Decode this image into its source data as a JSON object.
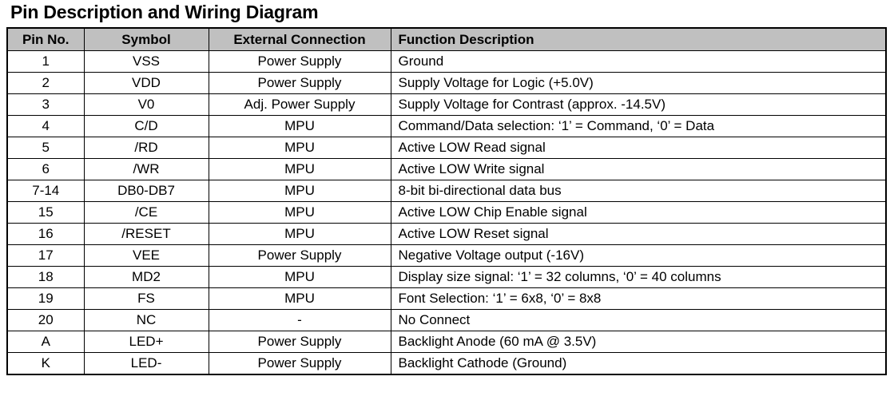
{
  "document": {
    "title": "Pin Description and Wiring Diagram"
  },
  "table": {
    "columns": [
      {
        "key": "pin",
        "label": "Pin No."
      },
      {
        "key": "symbol",
        "label": "Symbol"
      },
      {
        "key": "ext",
        "label": "External Connection"
      },
      {
        "key": "func",
        "label": "Function Description"
      }
    ],
    "header_background": "#c0c0c0",
    "border_color": "#000000",
    "rows": [
      {
        "pin": "1",
        "symbol": "VSS",
        "ext": "Power Supply",
        "func": "Ground"
      },
      {
        "pin": "2",
        "symbol": "VDD",
        "ext": "Power Supply",
        "func": "Supply Voltage for Logic (+5.0V)"
      },
      {
        "pin": "3",
        "symbol": "V0",
        "ext": "Adj. Power Supply",
        "func": "Supply Voltage for Contrast (approx. -14.5V)"
      },
      {
        "pin": "4",
        "symbol": "C/D",
        "ext": "MPU",
        "func": "Command/Data selection: ‘1’ = Command, ‘0’ = Data"
      },
      {
        "pin": "5",
        "symbol": "/RD",
        "ext": "MPU",
        "func": "Active LOW Read signal"
      },
      {
        "pin": "6",
        "symbol": "/WR",
        "ext": "MPU",
        "func": "Active LOW Write signal"
      },
      {
        "pin": "7-14",
        "symbol": "DB0-DB7",
        "ext": "MPU",
        "func": "8-bit bi-directional data bus"
      },
      {
        "pin": "15",
        "symbol": "/CE",
        "ext": "MPU",
        "func": "Active LOW Chip Enable signal"
      },
      {
        "pin": "16",
        "symbol": "/RESET",
        "ext": "MPU",
        "func": "Active LOW Reset signal"
      },
      {
        "pin": "17",
        "symbol": "VEE",
        "ext": "Power Supply",
        "func": "Negative Voltage output (-16V)"
      },
      {
        "pin": "18",
        "symbol": "MD2",
        "ext": "MPU",
        "func": "Display size signal: ‘1’ = 32 columns, ‘0’ = 40 columns"
      },
      {
        "pin": "19",
        "symbol": "FS",
        "ext": "MPU",
        "func": "Font Selection: ‘1’ = 6x8, ‘0’ = 8x8"
      },
      {
        "pin": "20",
        "symbol": "NC",
        "ext": "-",
        "func": "No Connect"
      },
      {
        "pin": "A",
        "symbol": "LED+",
        "ext": "Power Supply",
        "func": "Backlight Anode (60 mA @ 3.5V)"
      },
      {
        "pin": "K",
        "symbol": "LED-",
        "ext": "Power Supply",
        "func": "Backlight Cathode (Ground)"
      }
    ]
  }
}
